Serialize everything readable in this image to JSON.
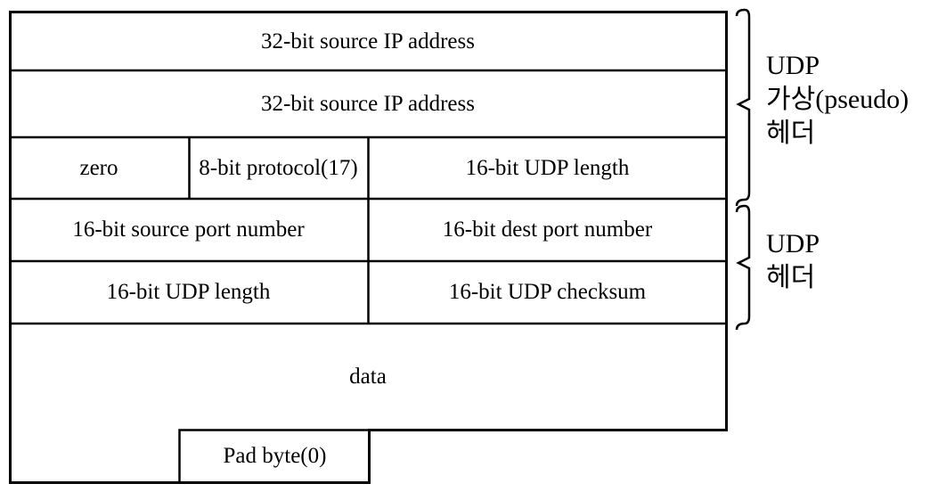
{
  "fields": [
    {
      "label": "32-bit source IP address"
    },
    {
      "label": "32-bit source IP address"
    },
    {
      "label": "zero"
    },
    {
      "label": "8-bit protocol(17)"
    },
    {
      "label": "16-bit UDP length"
    },
    {
      "label": "16-bit source port number"
    },
    {
      "label": "16-bit dest port number"
    },
    {
      "label": "16-bit UDP length"
    },
    {
      "label": "16-bit UDP checksum"
    },
    {
      "label": "data"
    },
    {
      "label": "Pad byte(0)"
    }
  ],
  "brackets": [
    {
      "lines": [
        "UDP",
        "가상(pseudo)",
        "헤더"
      ]
    },
    {
      "lines": [
        "UDP",
        "헤더"
      ]
    }
  ],
  "colors": {
    "line": "#000000",
    "background": "#ffffff",
    "text": "#000000"
  }
}
